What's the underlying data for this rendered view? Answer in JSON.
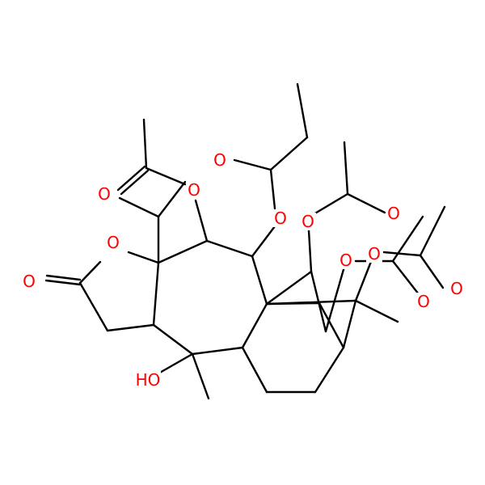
{
  "colors": {
    "bond": "#000000",
    "oxygen": "#ff0000",
    "background": "#ffffff"
  },
  "atoms": {
    "o_lactone_ring": "O",
    "o_lactone_carbonyl": "O",
    "o_acetyl_left_carbonyl": "O",
    "o_acetyl_left_ester": "O",
    "o_propionyl_carbonyl": "O",
    "o_propionyl_ester": "O",
    "o_acetyl_mid_ester": "O",
    "o_acetyl_mid_carbonyl": "O",
    "o_acetyl_right1_ester": "O",
    "o_acetyl_right1_carbonyl": "O",
    "o_acetyl_right2_ester": "O",
    "o_acetyl_right2_carbonyl": "O",
    "hydroxyl": "HO"
  }
}
